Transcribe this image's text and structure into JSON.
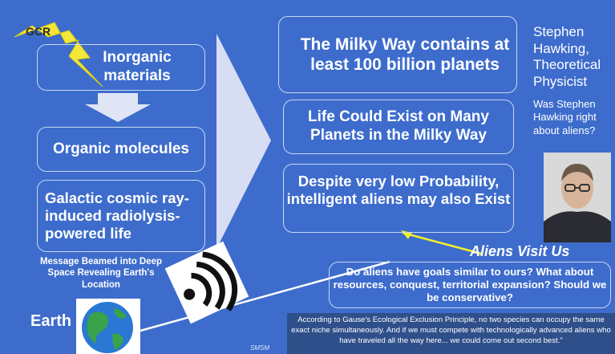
{
  "gcr": {
    "label": "GCR"
  },
  "left_column": {
    "inorganic": "Inorganic materials",
    "organic": "Organic molecules",
    "radiolysis": "Galactic cosmic ray-induced radiolysis-powered life"
  },
  "middle_column": {
    "milky_way": "The Milky Way contains at least 100 billion planets",
    "life_could": "Life Could Exist on Many Planets in the Milky Way",
    "despite": "Despite very low Probability, intelligent aliens may also Exist"
  },
  "hawking": {
    "title": "Stephen Hawking, Theoretical Physicist",
    "question": "Was Stephen Hawking right about aliens?"
  },
  "aliens_visit": "Aliens Visit Us",
  "question_box": "Do aliens have goals similar to ours? What about resources, conquest, territorial expansion? Should we be conservative?",
  "message": "Message Beamed  into Deep Space Revealing Earth's Location",
  "earth_label": "Earth",
  "gause": "According to Gause's Ecological Exclusion Principle,  no two species can occupy the same exact niche simultaneously. And if we must compete with technologically advanced aliens who have traveled all the way here... we could come out second best.\"",
  "signature": "SMSM",
  "colors": {
    "background": "#3d6ccc",
    "lightning": "#f5e63a",
    "arrow_yellow": "#f0f02a",
    "chevron": "#dfe5f5"
  },
  "icons": [
    "lightning-bolt-icon",
    "down-arrow-icon",
    "chevron-arrow-icon",
    "signal-waves-icon",
    "earth-globe-icon"
  ]
}
